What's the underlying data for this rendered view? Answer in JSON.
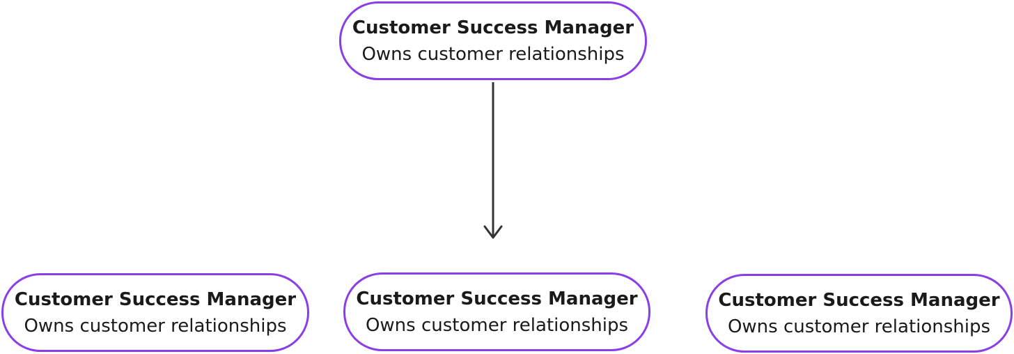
{
  "diagram": {
    "nodes": [
      {
        "id": "top",
        "title": "Customer Success Manager",
        "subtitle": "Owns customer relationships"
      },
      {
        "id": "left",
        "title": "Customer Success Manager",
        "subtitle": "Owns customer relationships"
      },
      {
        "id": "middle",
        "title": "Customer Success Manager",
        "subtitle": "Owns customer relationships"
      },
      {
        "id": "right",
        "title": "Customer Success Manager",
        "subtitle": "Owns customer relationships"
      }
    ],
    "edges": [
      {
        "from": "top",
        "to": "middle"
      }
    ],
    "colors": {
      "node_border": "#8a3ee6",
      "text": "#1a1a1a",
      "arrow": "#333333",
      "background": "#ffffff"
    }
  }
}
